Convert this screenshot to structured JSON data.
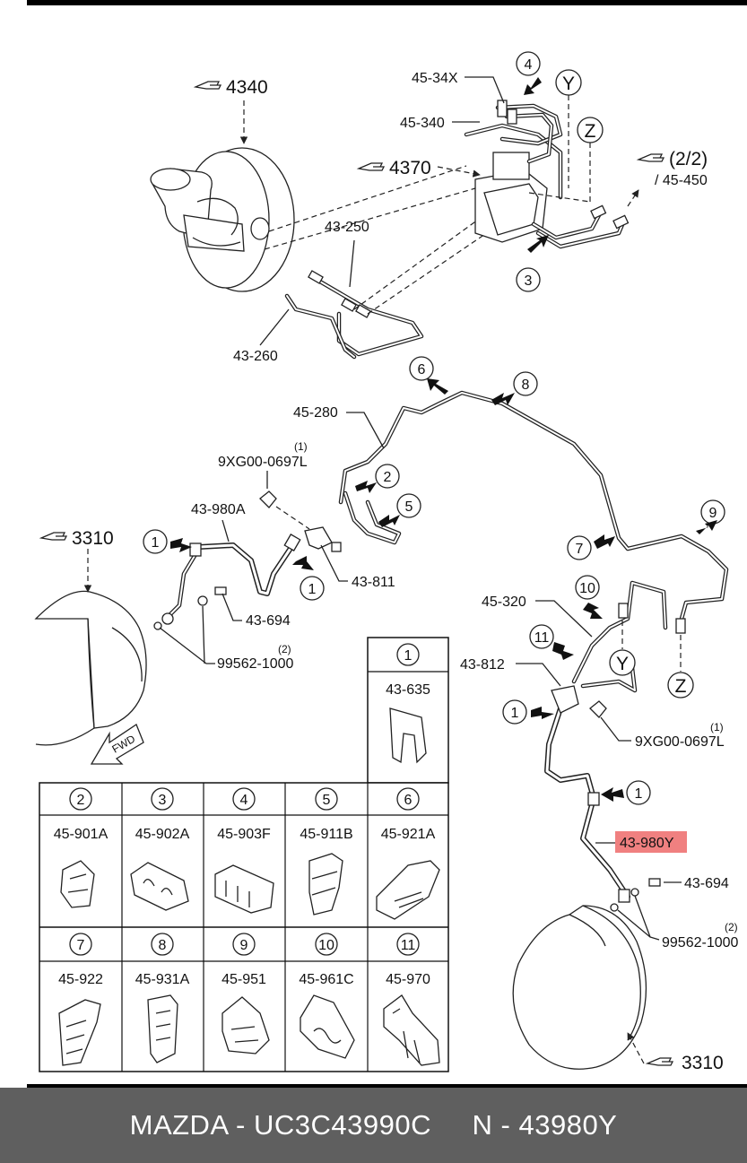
{
  "refs": {
    "brake_booster": "4340",
    "hydraulic_unit": "4370",
    "other_page": "(2/2)",
    "other_page_part": "/ 45-450",
    "front_brake": "3310",
    "rear_brake": "3310"
  },
  "labels": {
    "p45_34x": "45-34X",
    "p45_340": "45-340",
    "p43_250": "43-250",
    "p43_260": "43-260",
    "p45_280": "45-280",
    "p9xg_qty_top": "(1)",
    "p9xg_top": "9XG00-0697L",
    "p43_980a": "43-980A",
    "p43_811": "43-811",
    "p43_694_top": "43-694",
    "p99562_qty_top": "(2)",
    "p99562_top": "99562-1000",
    "p45_320": "45-320",
    "p43_812": "43-812",
    "p9xg_qty_bottom": "(1)",
    "p9xg_bottom": "9XG00-0697L",
    "p43_980y": "43-980Y",
    "p43_694_bottom": "43-694",
    "p99562_qty_bottom": "(2)",
    "p99562_bottom": "99562-1000",
    "fwd": "FWD"
  },
  "callouts": {
    "c1a": "1",
    "c1b": "1",
    "c1c": "1",
    "c1d": "1",
    "c2": "2",
    "c3": "3",
    "c4": "4",
    "c5": "5",
    "c6": "6",
    "c7": "7",
    "c8": "8",
    "c9": "9",
    "c10": "10",
    "c11": "11",
    "y_top": "Y",
    "z_top": "Z",
    "y_bottom": "Y",
    "z_bottom": "Z"
  },
  "legend": {
    "top_cell": {
      "num": "1",
      "part": "43-635"
    },
    "row1": [
      {
        "num": "2",
        "part": "45-901A"
      },
      {
        "num": "3",
        "part": "45-902A"
      },
      {
        "num": "4",
        "part": "45-903F"
      },
      {
        "num": "5",
        "part": "45-911B"
      },
      {
        "num": "6",
        "part": "45-921A"
      }
    ],
    "row2": [
      {
        "num": "7",
        "part": "45-922"
      },
      {
        "num": "8",
        "part": "45-931A"
      },
      {
        "num": "9",
        "part": "45-951"
      },
      {
        "num": "10",
        "part": "45-961C"
      },
      {
        "num": "11",
        "part": "45-970"
      }
    ]
  },
  "highlight_color": "#f08080",
  "footer": {
    "brand_part": "MAZDA - UC3C43990C",
    "n_part": "N - 43980Y"
  }
}
